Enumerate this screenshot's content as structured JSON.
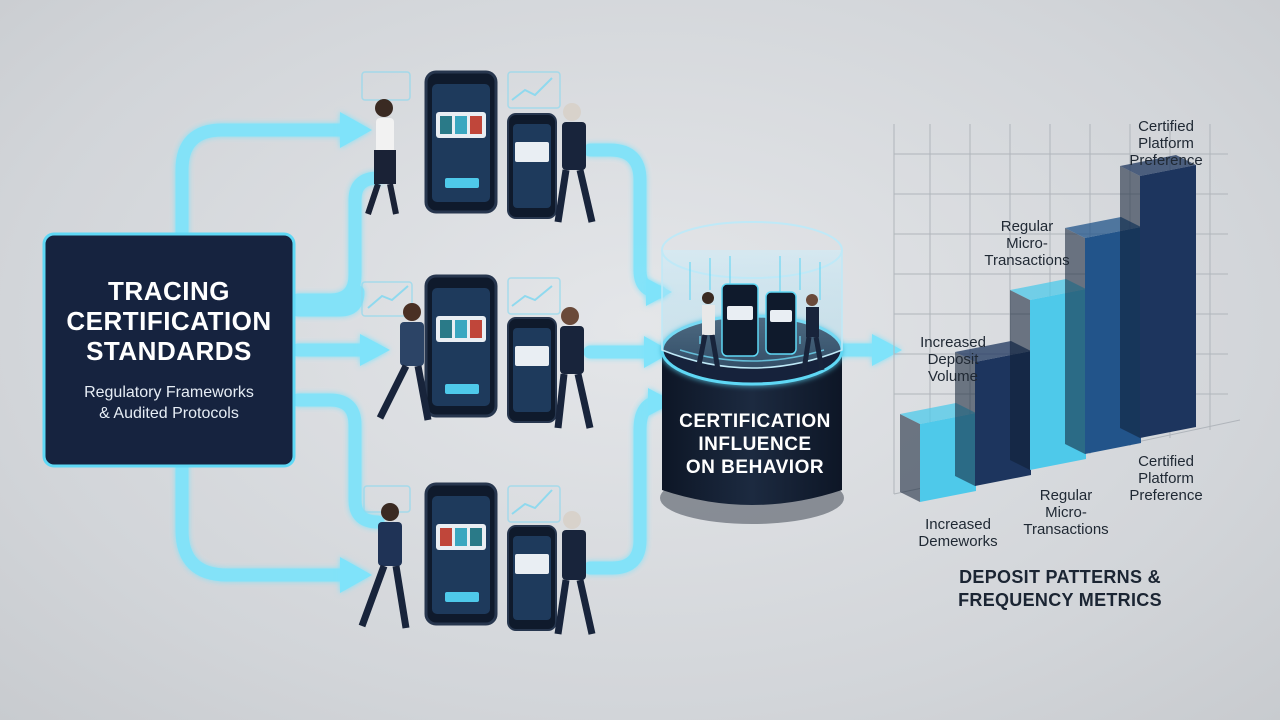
{
  "source": {
    "title_lines": [
      "TRACING",
      "CERTIFICATION",
      "STANDARDS"
    ],
    "subtitle_lines": [
      "Regulatory Frameworks",
      "& Audited Protocols"
    ]
  },
  "hub": {
    "title_lines": [
      "CERTIFICATION",
      "INFLUENCE",
      "ON BEHAVIOR"
    ]
  },
  "chart_data": {
    "type": "bar",
    "title": "DEPOSIT PATTERNS & FREQUENCY METRICS",
    "bar_labels": [
      [
        "Increased",
        "Deposit",
        "Volume"
      ],
      [
        "Regular",
        "Micro-",
        "Transactions"
      ],
      [
        "Certified",
        "Platform",
        "Preference"
      ]
    ],
    "axis_labels": [
      [
        "Increased",
        "Demeworks"
      ],
      [
        "Regular",
        "Micro-",
        "Transactions"
      ],
      [
        "Certified",
        "Platform",
        "Preference"
      ]
    ],
    "series": [
      {
        "values": [
          1,
          2,
          3,
          4,
          5
        ]
      }
    ]
  },
  "colors": {
    "navy": "#16233f",
    "cyan": "#5fd8f5",
    "arrow": "#7fe3fa",
    "bar_dark": "#1d355e",
    "bar_mid": "#22548a",
    "bar_light": "#4ec9ea"
  },
  "icons": [
    "right-arrow-icon",
    "smartphone-icon",
    "slot-machine-icon",
    "person-icon",
    "trend-chart-icon"
  ]
}
